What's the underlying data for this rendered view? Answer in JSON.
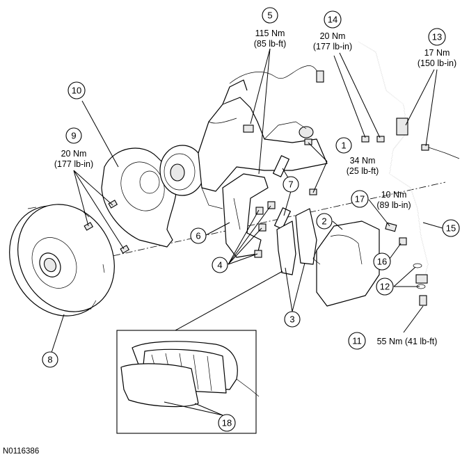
{
  "figure_id": "N0116386",
  "callouts": [
    {
      "num": "1",
      "torque": [
        "34 Nm",
        "(25 lb-ft)"
      ]
    },
    {
      "num": "2",
      "torque": []
    },
    {
      "num": "3",
      "torque": []
    },
    {
      "num": "4",
      "torque": []
    },
    {
      "num": "5",
      "torque": [
        "115 Nm",
        "(85 lb-ft)"
      ]
    },
    {
      "num": "6",
      "torque": []
    },
    {
      "num": "7",
      "torque": []
    },
    {
      "num": "8",
      "torque": []
    },
    {
      "num": "9",
      "torque": [
        "20 Nm",
        "(177 lb-in)"
      ]
    },
    {
      "num": "10",
      "torque": []
    },
    {
      "num": "11",
      "torque": [
        "55 Nm (41 lb-ft)"
      ]
    },
    {
      "num": "12",
      "torque": []
    },
    {
      "num": "13",
      "torque": [
        "17 Nm",
        "(150 lb-in)"
      ]
    },
    {
      "num": "14",
      "torque": [
        "20 Nm",
        "(177 lb-in)"
      ]
    },
    {
      "num": "15",
      "torque": []
    },
    {
      "num": "16",
      "torque": []
    },
    {
      "num": "17",
      "torque": [
        "10 Nm",
        "(89 lb-in)"
      ]
    },
    {
      "num": "18",
      "torque": []
    }
  ]
}
